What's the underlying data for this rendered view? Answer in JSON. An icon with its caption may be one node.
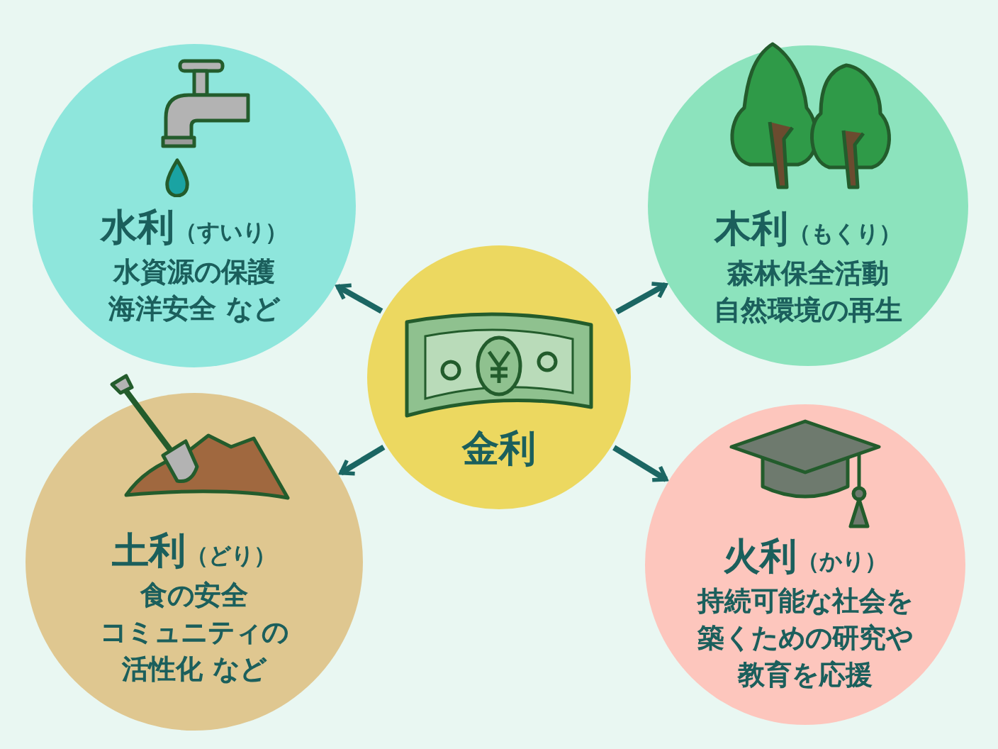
{
  "diagram": {
    "nodes": [
      {
        "text": [
          "水利",
          "（すいり）",
          "水資源の保護海洋安全 など"
        ]
      },
      {
        "text": [
          "木利",
          "（もくり）",
          "森林保全活動自然環境の再生"
        ]
      },
      {
        "text": [
          "金利"
        ]
      },
      {
        "text": [
          "土利",
          "（どり）",
          "食の安全コミュニティの活性化 など"
        ]
      },
      {
        "text": [
          "火利",
          "（かり）",
          "持続可能な社会を築くための研究や教育を応援"
        ]
      }
    ],
    "edges": [
      {
        "from": 2,
        "to": 0,
        "arrow": "to"
      },
      {
        "from": 2,
        "to": 1,
        "arrow": "to"
      },
      {
        "from": 2,
        "to": 3,
        "arrow": "to"
      },
      {
        "from": 2,
        "to": 4,
        "arrow": "to"
      }
    ]
  }
}
